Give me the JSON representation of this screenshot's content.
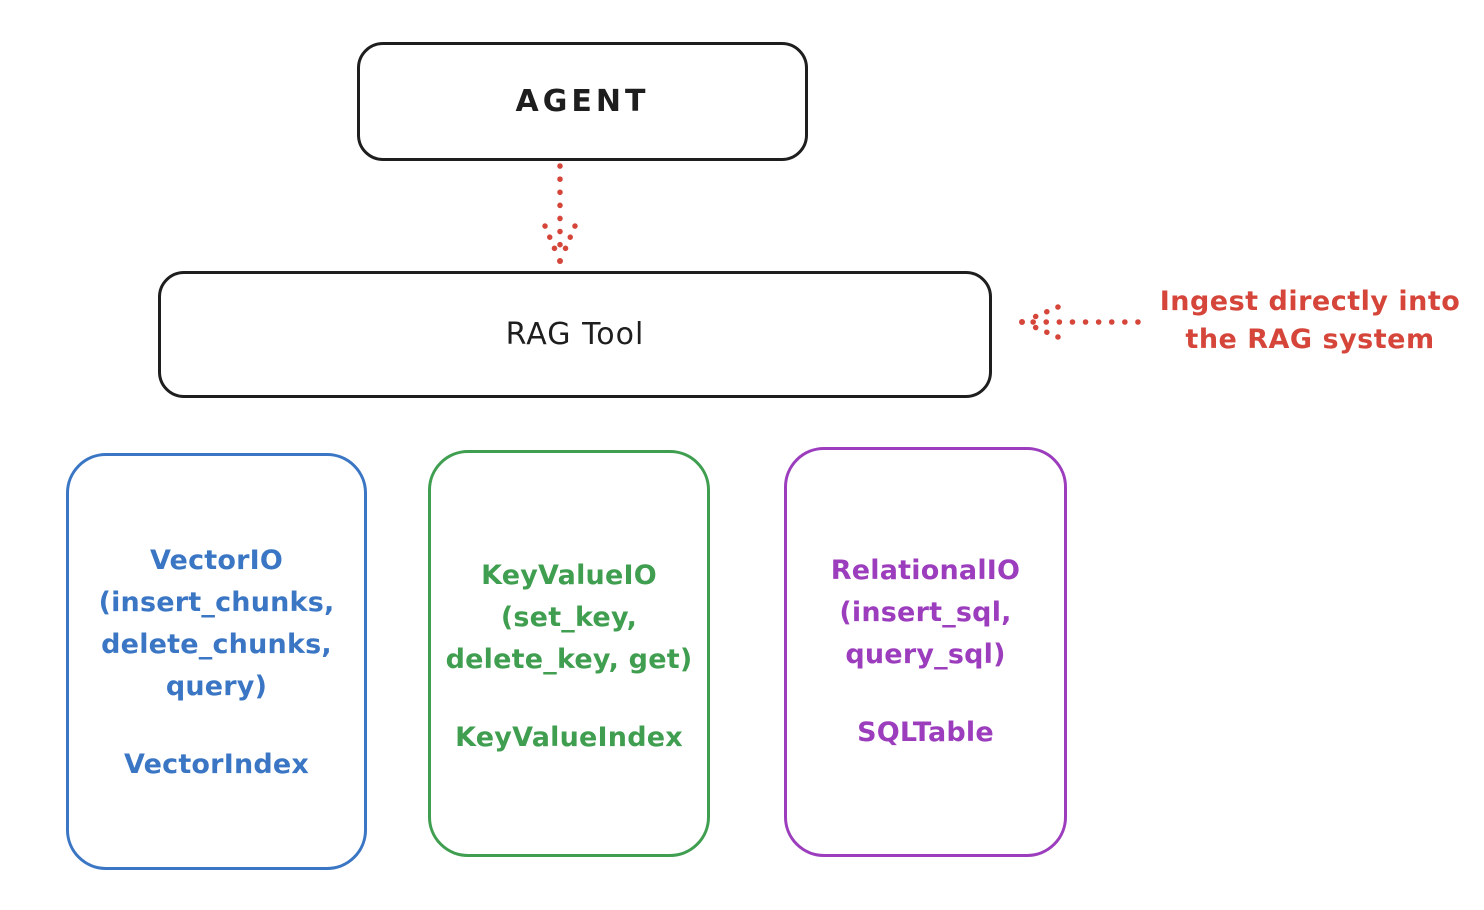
{
  "colors": {
    "background": "#ffffff",
    "ink": "#1e1e1e",
    "red": "#d5453a",
    "blue": "#3a76c4",
    "green": "#3f9e4f",
    "purple": "#9c3dbd"
  },
  "nodes": {
    "agent": {
      "label": "AGENT"
    },
    "rag_tool": {
      "label": "RAG Tool"
    }
  },
  "annotation": {
    "line1": "Ingest directly into",
    "line2": "the RAG system"
  },
  "arrows": {
    "agent_to_rag": "dotted-down-arrow",
    "annotation_to_rag": "dotted-left-arrow"
  },
  "backends": [
    {
      "name": "vector-io",
      "color": "#3a76c4",
      "lines": [
        "VectorIO",
        "(insert_chunks,",
        "delete_chunks,",
        "query)"
      ],
      "index_label": "VectorIndex"
    },
    {
      "name": "key-value-io",
      "color": "#3f9e4f",
      "lines": [
        "KeyValueIO",
        "(set_key,",
        "delete_key, get)"
      ],
      "index_label": "KeyValueIndex"
    },
    {
      "name": "relational-io",
      "color": "#9c3dbd",
      "lines": [
        "RelationalIO",
        "(insert_sql,",
        "query_sql)"
      ],
      "index_label": "SQLTable"
    }
  ]
}
